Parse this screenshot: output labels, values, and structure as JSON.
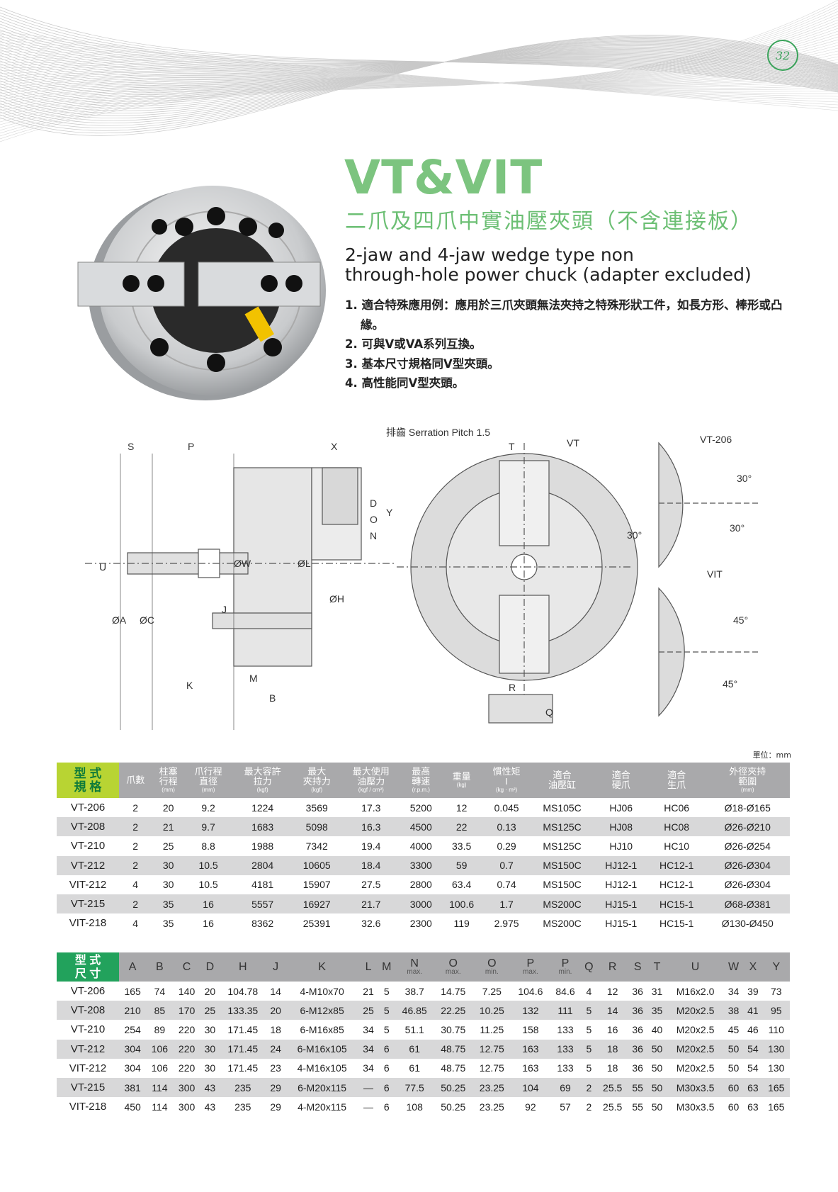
{
  "page_number": "32",
  "title": "VT&VIT",
  "subtitle_zh": "二爪及四爪中實油壓夾頭（不含連接板）",
  "subtitle_en": [
    "2-jaw and 4-jaw wedge type non",
    "through-hole power chuck (adapter excluded)"
  ],
  "features": [
    "1. 適合特殊應用例：應用於三爪夾頭無法夾持之特殊形狀工件，如長方形、棒形或凸緣。",
    "2. 可與V或VA系列互換。",
    "3. 基本尺寸規格同V型夾頭。",
    "4. 高性能同V型夾頭。"
  ],
  "drawing_labels": {
    "serration": "排齒 Serration Pitch 1.5",
    "S": "S",
    "P": "P",
    "X": "X",
    "D": "D",
    "O": "O",
    "N": "N",
    "Y": "Y",
    "U": "U",
    "W": "ØW",
    "L": "ØL",
    "H": "ØH",
    "A": "ØA",
    "C": "ØC",
    "J": "J",
    "K": "K",
    "M": "M",
    "B": "B",
    "T": "T",
    "VT": "VT",
    "R": "R",
    "Q": "Q",
    "VT206": "VT-206",
    "VIT": "VIT",
    "a30": "30°",
    "a45": "45°"
  },
  "unit": "單位：mm",
  "spec_table": {
    "corner": [
      "型 式",
      "規 格"
    ],
    "headers": [
      [
        "爪數",
        ""
      ],
      [
        "柱塞<br>行程",
        "(mm)"
      ],
      [
        "爪行程<br>直徑",
        "(mm)"
      ],
      [
        "最大容許<br>拉力",
        "(kgf)"
      ],
      [
        "最大<br>夾持力",
        "(kgf)"
      ],
      [
        "最大使用<br>油壓力",
        "(kgf / cm²)"
      ],
      [
        "最高<br>轉速",
        "(r.p.m.)"
      ],
      [
        "重量",
        "(kg)"
      ],
      [
        "慣性矩<br>I",
        "(kg · m²)"
      ],
      [
        "適合<br>油壓缸",
        ""
      ],
      [
        "適合<br>硬爪",
        ""
      ],
      [
        "適合<br>生爪",
        ""
      ],
      [
        "外徑夾持<br>範圍",
        "(mm)"
      ]
    ],
    "rows": [
      [
        "VT-206",
        "2",
        "20",
        "9.2",
        "1224",
        "3569",
        "17.3",
        "5200",
        "12",
        "0.045",
        "MS105C",
        "HJ06",
        "HC06",
        "Ø18-Ø165"
      ],
      [
        "VT-208",
        "2",
        "21",
        "9.7",
        "1683",
        "5098",
        "16.3",
        "4500",
        "22",
        "0.13",
        "MS125C",
        "HJ08",
        "HC08",
        "Ø26-Ø210"
      ],
      [
        "VT-210",
        "2",
        "25",
        "8.8",
        "1988",
        "7342",
        "19.4",
        "4000",
        "33.5",
        "0.29",
        "MS125C",
        "HJ10",
        "HC10",
        "Ø26-Ø254"
      ],
      [
        "VT-212",
        "2",
        "30",
        "10.5",
        "2804",
        "10605",
        "18.4",
        "3300",
        "59",
        "0.7",
        "MS150C",
        "HJ12-1",
        "HC12-1",
        "Ø26-Ø304"
      ],
      [
        "VIT-212",
        "4",
        "30",
        "10.5",
        "4181",
        "15907",
        "27.5",
        "2800",
        "63.4",
        "0.74",
        "MS150C",
        "HJ12-1",
        "HC12-1",
        "Ø26-Ø304"
      ],
      [
        "VT-215",
        "2",
        "35",
        "16",
        "5557",
        "16927",
        "21.7",
        "3000",
        "100.6",
        "1.7",
        "MS200C",
        "HJ15-1",
        "HC15-1",
        "Ø68-Ø381"
      ],
      [
        "VIT-218",
        "4",
        "35",
        "16",
        "8362",
        "25391",
        "32.6",
        "2300",
        "119",
        "2.975",
        "MS200C",
        "HJ15-1",
        "HC15-1",
        "Ø130-Ø450"
      ]
    ]
  },
  "dim_table": {
    "corner": [
      "型 式",
      "尺 寸"
    ],
    "headers": [
      [
        "A",
        ""
      ],
      [
        "B",
        ""
      ],
      [
        "C",
        ""
      ],
      [
        "D",
        ""
      ],
      [
        "H",
        ""
      ],
      [
        "J",
        ""
      ],
      [
        "K",
        ""
      ],
      [
        "L",
        ""
      ],
      [
        "M",
        ""
      ],
      [
        "N",
        "max."
      ],
      [
        "O",
        "max."
      ],
      [
        "O",
        "min."
      ],
      [
        "P",
        "max."
      ],
      [
        "P",
        "min."
      ],
      [
        "Q",
        ""
      ],
      [
        "R",
        ""
      ],
      [
        "S",
        ""
      ],
      [
        "T",
        ""
      ],
      [
        "U",
        ""
      ],
      [
        "W",
        ""
      ],
      [
        "X",
        ""
      ],
      [
        "Y",
        ""
      ]
    ],
    "rows": [
      [
        "VT-206",
        "165",
        "74",
        "140",
        "20",
        "104.78",
        "14",
        "4-M10x70",
        "21",
        "5",
        "38.7",
        "14.75",
        "7.25",
        "104.6",
        "84.6",
        "4",
        "12",
        "36",
        "31",
        "M16x2.0",
        "34",
        "39",
        "73"
      ],
      [
        "VT-208",
        "210",
        "85",
        "170",
        "25",
        "133.35",
        "20",
        "6-M12x85",
        "25",
        "5",
        "46.85",
        "22.25",
        "10.25",
        "132",
        "111",
        "5",
        "14",
        "36",
        "35",
        "M20x2.5",
        "38",
        "41",
        "95"
      ],
      [
        "VT-210",
        "254",
        "89",
        "220",
        "30",
        "171.45",
        "18",
        "6-M16x85",
        "34",
        "5",
        "51.1",
        "30.75",
        "11.25",
        "158",
        "133",
        "5",
        "16",
        "36",
        "40",
        "M20x2.5",
        "45",
        "46",
        "110"
      ],
      [
        "VT-212",
        "304",
        "106",
        "220",
        "30",
        "171.45",
        "24",
        "6-M16x105",
        "34",
        "6",
        "61",
        "48.75",
        "12.75",
        "163",
        "133",
        "5",
        "18",
        "36",
        "50",
        "M20x2.5",
        "50",
        "54",
        "130"
      ],
      [
        "VIT-212",
        "304",
        "106",
        "220",
        "30",
        "171.45",
        "23",
        "4-M16x105",
        "34",
        "6",
        "61",
        "48.75",
        "12.75",
        "163",
        "133",
        "5",
        "18",
        "36",
        "50",
        "M20x2.5",
        "50",
        "54",
        "130"
      ],
      [
        "VT-215",
        "381",
        "114",
        "300",
        "43",
        "235",
        "29",
        "6-M20x115",
        "—",
        "6",
        "77.5",
        "50.25",
        "23.25",
        "104",
        "69",
        "2",
        "25.5",
        "55",
        "50",
        "M30x3.5",
        "60",
        "63",
        "165"
      ],
      [
        "VIT-218",
        "450",
        "114",
        "300",
        "43",
        "235",
        "29",
        "4-M20x115",
        "—",
        "6",
        "108",
        "50.25",
        "23.25",
        "92",
        "57",
        "2",
        "25.5",
        "55",
        "50",
        "M30x3.5",
        "60",
        "63",
        "165"
      ]
    ]
  },
  "colors": {
    "title_green": "#7cc47f",
    "spec_corner": "#b8d433",
    "dim_corner": "#22a25c",
    "header_gray": "#a9a9ab",
    "row_alt": "#d8d8d9"
  }
}
